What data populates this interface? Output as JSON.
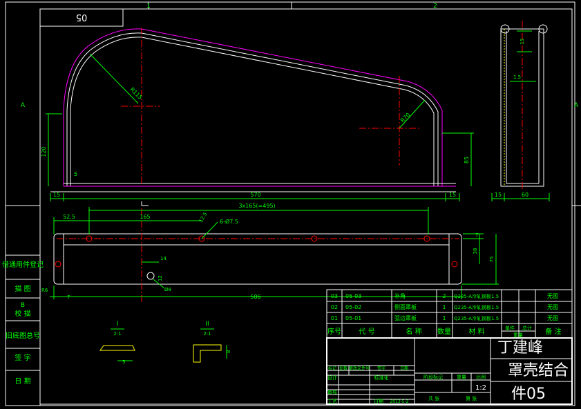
{
  "title_block": {
    "drawing_no": "05",
    "drawing_no_rotated": "05",
    "company": "丁建峰",
    "drawing_name_line1": "罩壳结合",
    "drawing_name_line2": "件05",
    "scale_value": "1:2",
    "date_value": "2013-5-2"
  },
  "zones": {
    "top": [
      "1",
      "2"
    ],
    "side": [
      "A",
      "B"
    ]
  },
  "bom": {
    "rows": [
      {
        "seq": "03",
        "code": "05-03",
        "name": "补角",
        "qty": "2",
        "material": "Q235-A冷轧钢板1.5",
        "note": "无图"
      },
      {
        "seq": "02",
        "code": "05-02",
        "name": "侧面罩板",
        "qty": "1",
        "material": "Q235-A冷轧钢板1.5",
        "note": "无图"
      },
      {
        "seq": "01",
        "code": "05-01",
        "name": "弧边罩板",
        "qty": "1",
        "material": "Q235-A冷轧钢板1.5",
        "note": "无图"
      }
    ],
    "header": {
      "seq": "序号",
      "code": "代 号",
      "name": "名 称",
      "qty": "数量",
      "material": "材 料",
      "unit_weight": "单件",
      "total_weight": "总计",
      "weight": "重量",
      "note": "备 注"
    }
  },
  "title_labels": {
    "mark": "标记",
    "count": "处数",
    "change_doc": "更改文件号",
    "sign": "签字",
    "date": "日期",
    "design": "设计",
    "std": "标准化",
    "review": "审核",
    "craft": "工艺",
    "date2": "日期",
    "stage_mark": "阶段标记",
    "weight": "重量",
    "scale": "比例",
    "sheet_total": "共 张",
    "sheet_no": "第 张"
  },
  "left_strip": [
    "借通用件登记",
    "描 图",
    "校 描",
    "旧底图总号",
    "签 字",
    "日 期"
  ],
  "dims": {
    "front": {
      "radius_large": "R115",
      "radius_small": "R70",
      "height_left": "120",
      "height_right": "85",
      "length": "570",
      "end_left": "15",
      "end_right": "15",
      "thickness": "5"
    },
    "side": {
      "top": "15",
      "offset": "1.5",
      "end": "15",
      "width": "60"
    },
    "plan": {
      "pitch": "3x165(=495)",
      "first": "52.5",
      "span": "165",
      "holes": "6-Ø7.5",
      "hole_edge": "12.5",
      "depth_a": "7",
      "height_a": "38",
      "height_b": "75",
      "slot": "14",
      "slot_hole": "Ø8",
      "slot_h": "12",
      "corner": "R6",
      "edge": "7",
      "length": "586"
    },
    "details": {
      "detail1": "I",
      "detail1_scale": "2:1",
      "detail1_dim": "5",
      "detail2": "II",
      "detail2_scale": "2:1",
      "detail2_dim": "8"
    }
  }
}
